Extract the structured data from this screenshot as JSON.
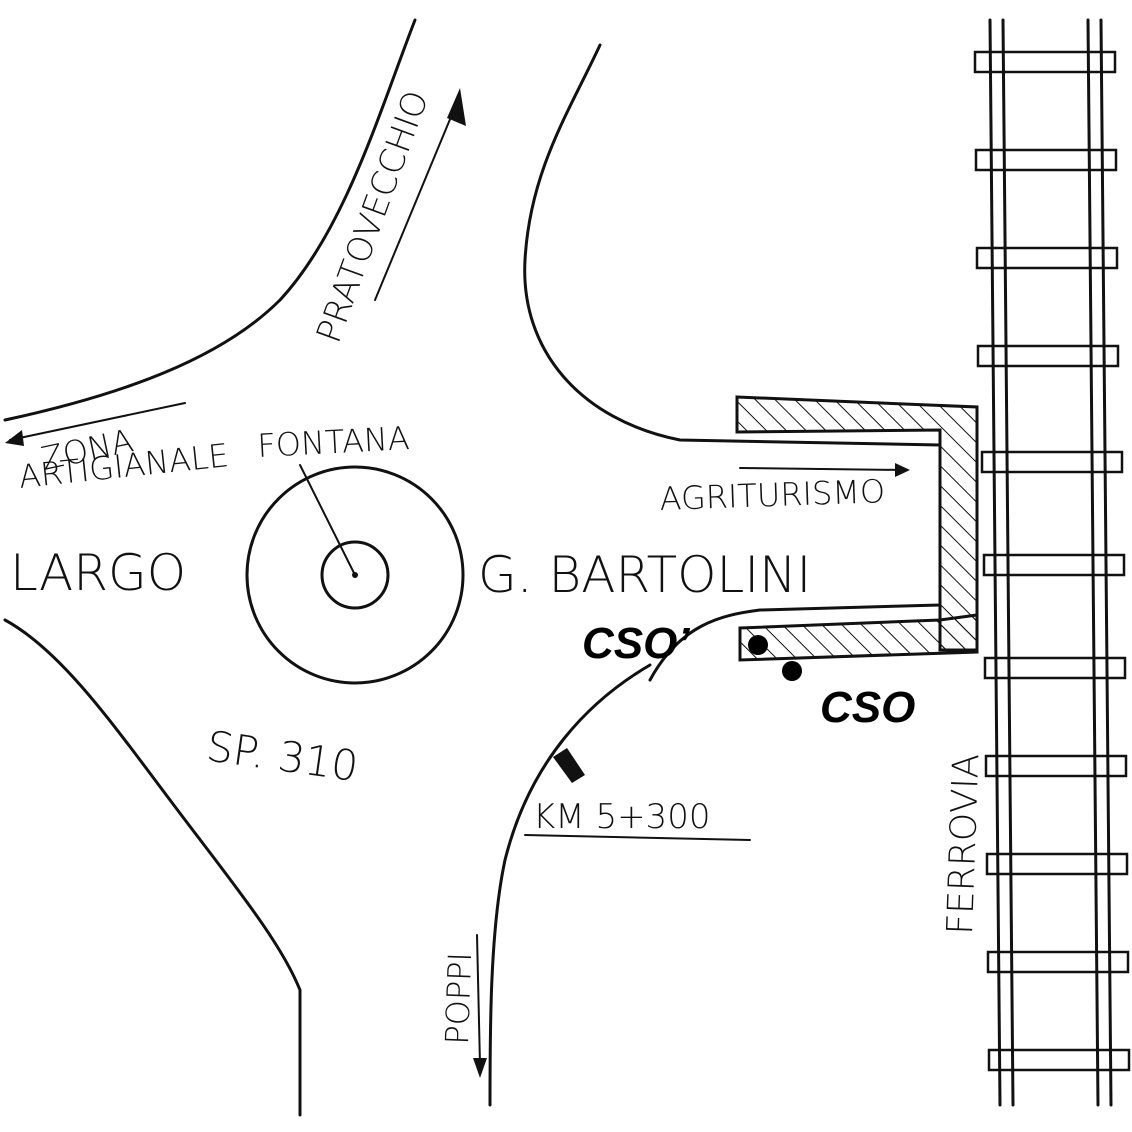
{
  "labels": {
    "pratovecchio": "PRATOVECCHIO",
    "zona": "ZONA",
    "artigianale": "ARTIGIANALE",
    "fontana": "FONTANA",
    "largo": "LARGO",
    "bartolini": "G. BARTOLINI",
    "agriturismo": "AGRITURISMO",
    "cso_prime": "CSO’",
    "cso": "CSO",
    "sp310": "SP. 310",
    "km": "KM 5+300",
    "poppi": "POPPI",
    "ferrovia": "FERROVIA"
  },
  "colors": {
    "ink": "#111111",
    "background": "#ffffff"
  }
}
